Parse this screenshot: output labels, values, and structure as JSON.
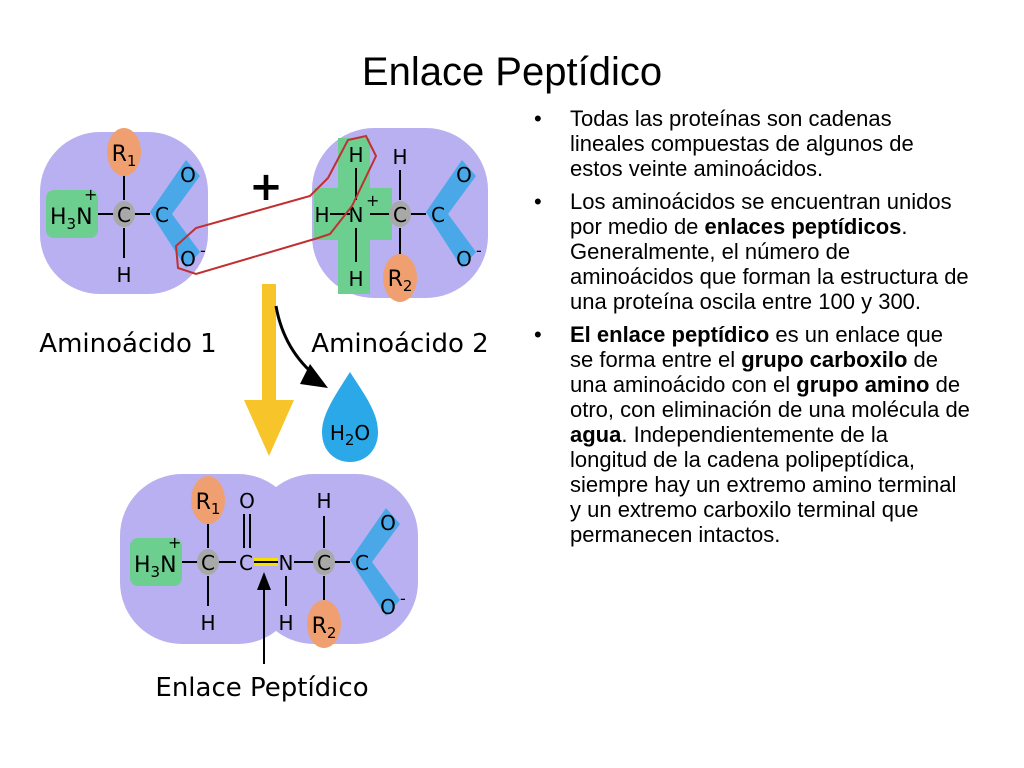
{
  "title": "Enlace Peptídico",
  "diagram": {
    "label_amino1": "Aminoácido 1",
    "label_amino2": "Aminoácido 2",
    "label_bond": "Enlace Peptídico",
    "plus": "+",
    "water": "H2O",
    "atoms": {
      "r1": "R1",
      "r2": "R2",
      "h3n": "H3N",
      "charge_plus": "+",
      "charge_minus": "-",
      "c": "C",
      "h": "H",
      "o": "O",
      "n": "N"
    },
    "colors": {
      "molecule_bg": "#b8b0f0",
      "amino_group": "#6ccf8f",
      "carboxyl_group": "#4aa8e8",
      "r_group": "#f0a070",
      "arrow_yellow": "#f7c52a",
      "link_red": "#c03030",
      "water_blue": "#2aa8e8",
      "bond_highlight": "#f5e000"
    }
  },
  "bullets": [
    {
      "segments": [
        {
          "text": "Todas las proteínas son cadenas lineales compuestas de algunos de estos veinte aminoácidos.",
          "bold": false
        }
      ]
    },
    {
      "segments": [
        {
          "text": "Los aminoácidos se encuentran unidos por medio de ",
          "bold": false
        },
        {
          "text": "enlaces peptídicos",
          "bold": true
        },
        {
          "text": ". Generalmente, el número de aminoácidos que forman la estructura de una proteína oscila entre 100 y 300.",
          "bold": false
        }
      ]
    },
    {
      "segments": [
        {
          "text": "El enlace peptídico",
          "bold": true
        },
        {
          "text": " es un enlace que se forma entre el ",
          "bold": false
        },
        {
          "text": "grupo carboxilo",
          "bold": true
        },
        {
          "text": " de una  aminoácido con el ",
          "bold": false
        },
        {
          "text": "grupo amino",
          "bold": true
        },
        {
          "text": " de otro, con eliminación de una molécula de ",
          "bold": false
        },
        {
          "text": "agua",
          "bold": true
        },
        {
          "text": ". Independientemente de la longitud de la cadena polipeptídica, siempre hay un extremo amino terminal y un extremo carboxilo terminal que permanecen intactos.",
          "bold": false
        }
      ]
    }
  ]
}
